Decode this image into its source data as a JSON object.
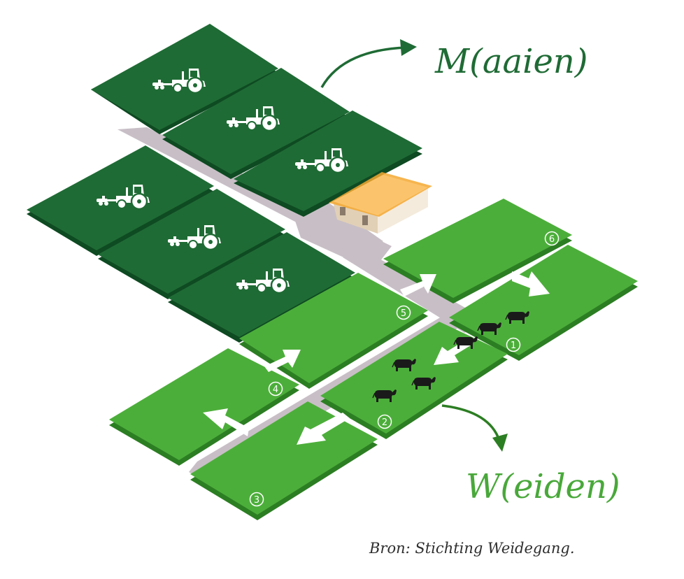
{
  "labels": {
    "mow": "M(aaien)",
    "graze": "W(eiden)"
  },
  "source": "Bron: Stichting Weidegang.",
  "mow_fields": {
    "count": 6,
    "icon": "tractor-mower-icon"
  },
  "graze_fields": [
    "1",
    "2",
    "3",
    "4",
    "5",
    "6"
  ],
  "colors": {
    "mow_field": "#1f6b35",
    "mow_field_edge": "#0e4a22",
    "graze_field": "#4cae3a",
    "graze_field_edge": "#2c7e23",
    "path": "#c8bfc6",
    "roof": "#f5a830",
    "mow_label": "#1f6b35",
    "graze_label": "#49a83a",
    "cow": "#1a1a1a"
  },
  "icons": [
    "tractor-mower-icon",
    "cow-icon",
    "arrow-icon",
    "barn-icon"
  ]
}
